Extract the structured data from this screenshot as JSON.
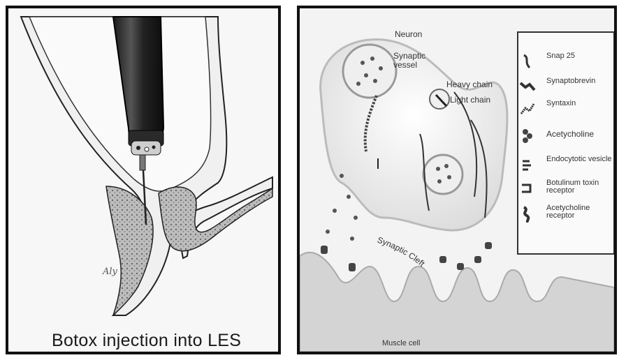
{
  "left_panel": {
    "caption": "Botox injection into LES",
    "signature": "Aly"
  },
  "right_panel": {
    "labels": {
      "neuron": "Neuron",
      "synaptic_vessel": "Synaptic vessel",
      "heavy_chain": "Heavy chain",
      "light_chain": "Light chain",
      "synaptic_cleft": "Synaptic Cleft",
      "muscle_cell": "Muscle cell"
    },
    "legend": [
      {
        "icon": "snap25-icon",
        "label": "Snap 25"
      },
      {
        "icon": "synaptobrevin-icon",
        "label": "Synaptobrevin"
      },
      {
        "icon": "syntaxin-icon",
        "label": "Syntaxin"
      },
      {
        "icon": "acetycholine-icon",
        "label": "Acetycholine"
      },
      {
        "icon": "endocytotic-vesicle-icon",
        "label": "Endocytotic vesicle"
      },
      {
        "icon": "botulinum-receptor-icon",
        "label": "Botulinum toxin receptor"
      },
      {
        "icon": "acetylcholine-receptor-icon",
        "label": "Acetycholine receptor"
      }
    ]
  }
}
